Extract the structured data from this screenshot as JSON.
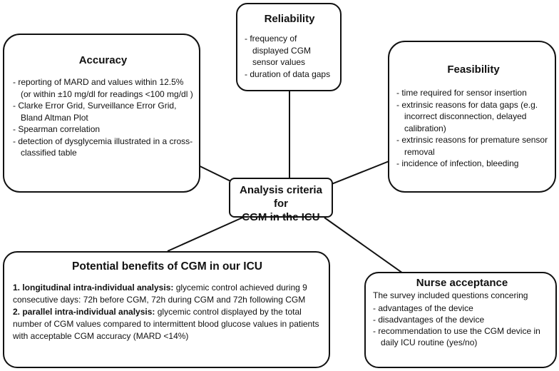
{
  "center": {
    "title_line1": "Analysis criteria for",
    "title_line2": "CGM in the ICU"
  },
  "reliability": {
    "title": "Reliability",
    "items": [
      "frequency of displayed CGM sensor values",
      "duration of data gaps"
    ]
  },
  "accuracy": {
    "title": "Accuracy",
    "items": [
      "reporting of MARD and values within 12.5% (or within  ±10 mg/dl for readings <100 mg/dl )",
      "Clarke Error Grid, Surveillance Error Grid, Bland Altman Plot",
      "Spearman correlation",
      "detection of dysglycemia illustrated in a cross- classified table"
    ]
  },
  "feasibility": {
    "title": "Feasibility",
    "items": [
      "time required for sensor insertion",
      "extrinsic reasons for data gaps (e.g. incorrect disconnection, delayed calibration)",
      "extrinsic reasons for premature sensor removal",
      "incidence of infection, bleeding"
    ]
  },
  "benefits": {
    "title": "Potential benefits of CGM in our ICU",
    "item1_label": "1. longitudinal intra-individual analysis:",
    "item1_text": " glycemic control achieved during 9 consecutive days: 72h before CGM, 72h during CGM and 72h following CGM",
    "item2_label": "2. parallel intra-individual analysis:",
    "item2_text": " glycemic control displayed by the total number of CGM values compared to intermittent blood glucose values in patients with acceptable CGM accuracy (MARD <14%)"
  },
  "nurse": {
    "title": "Nurse acceptance",
    "intro": "The survey included questions concering",
    "items": [
      "advantages of the device",
      "disadvantages of the device",
      "recommendation to use the CGM device in daily ICU routine (yes/no)"
    ]
  },
  "colors": {
    "line": "#111111",
    "box_border": "#111111",
    "background": "#ffffff"
  }
}
